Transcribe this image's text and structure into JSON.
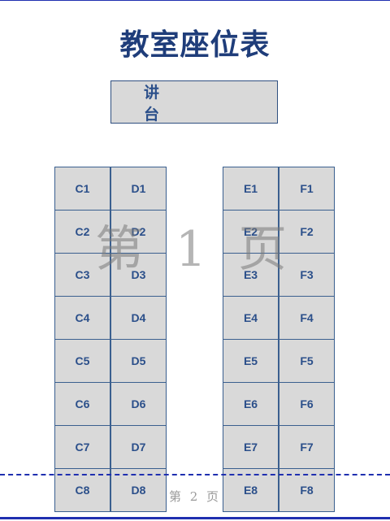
{
  "title": "教室座位表",
  "podium": "讲 台",
  "left_seats": [
    "C1",
    "D1",
    "C2",
    "D2",
    "C3",
    "D3",
    "C4",
    "D4",
    "C5",
    "D5",
    "C6",
    "D6",
    "C7",
    "D7",
    "C8",
    "D8"
  ],
  "right_seats": [
    "E1",
    "F1",
    "E2",
    "F2",
    "E3",
    "F3",
    "E4",
    "F4",
    "E5",
    "F5",
    "E6",
    "F6",
    "E7",
    "F7",
    "E8",
    "F8"
  ],
  "watermark": "第 1 页",
  "page_label": "第 2 页"
}
